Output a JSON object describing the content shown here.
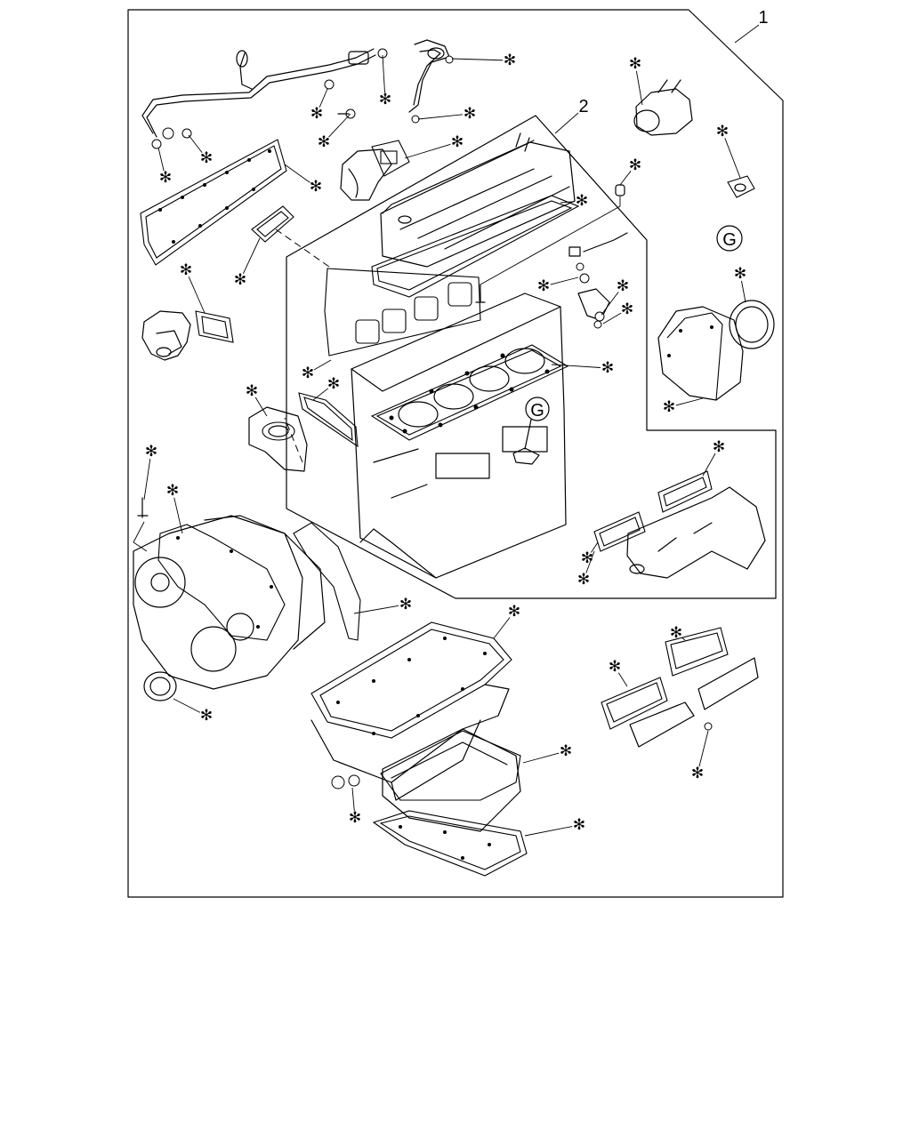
{
  "callouts": {
    "kit_number": "1",
    "sub_kit_number": "2",
    "ref_marker": "G",
    "kit_part_symbol": "✻"
  }
}
